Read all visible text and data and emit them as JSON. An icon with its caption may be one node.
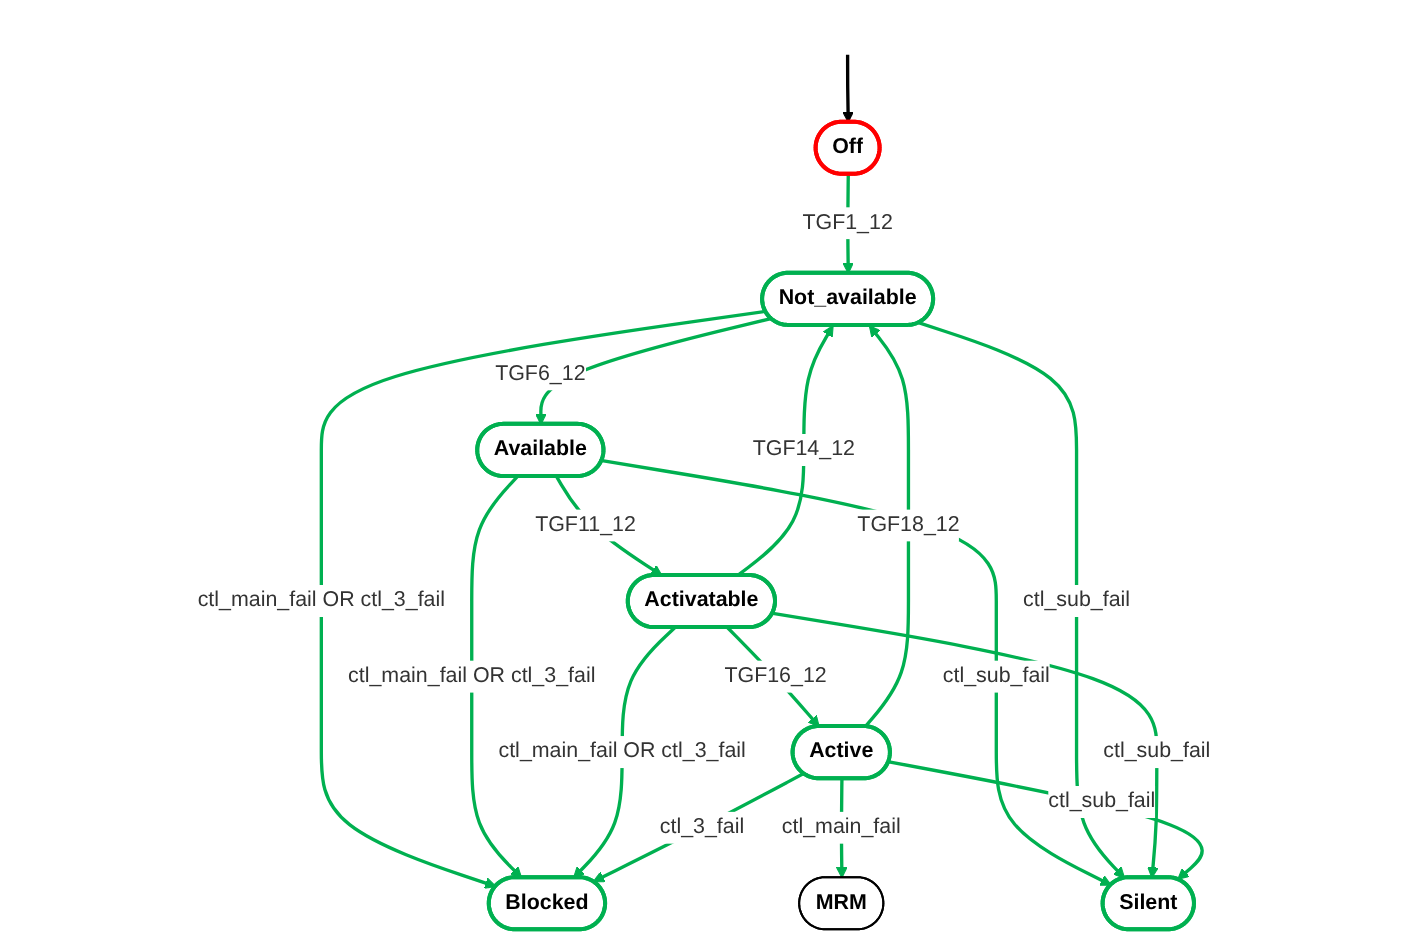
{
  "diagram": {
    "nodes": [
      {
        "text": [
          "Off"
        ]
      },
      {
        "text": [
          "Not_available"
        ]
      },
      {
        "text": [
          "Available"
        ]
      },
      {
        "text": [
          "Blocked"
        ]
      },
      {
        "text": [
          "Activatable"
        ]
      },
      {
        "text": [
          "Active"
        ]
      },
      {
        "text": [
          "MRM"
        ]
      },
      {
        "text": [
          "Silent"
        ]
      }
    ],
    "edges": [
      {
        "from": null,
        "to": 0,
        "arrow": "to",
        "color": "#000000"
      },
      {
        "from": 0,
        "to": 1,
        "arrow": "to",
        "label": "TGF1_12"
      },
      {
        "from": 1,
        "to": 2,
        "arrow": "to",
        "label": "TGF6_12"
      },
      {
        "from": 1,
        "to": 3,
        "arrow": "to",
        "label": "ctl_main_fail OR ctl_3_fail"
      },
      {
        "from": 2,
        "to": 3,
        "arrow": "to",
        "label": "ctl_main_fail OR ctl_3_fail"
      },
      {
        "from": 2,
        "to": 4,
        "arrow": "to",
        "label": "TGF11_12"
      },
      {
        "from": 2,
        "to": 7,
        "arrow": "to",
        "label": "ctl_sub_fail"
      },
      {
        "from": 4,
        "to": 1,
        "arrow": "to",
        "label": "TGF14_12"
      },
      {
        "from": 4,
        "to": 3,
        "arrow": "to",
        "label": "ctl_main_fail OR ctl_3_fail"
      },
      {
        "from": 4,
        "to": 5,
        "arrow": "to",
        "label": "TGF16_12"
      },
      {
        "from": 1,
        "to": 7,
        "arrow": "to",
        "label": "ctl_sub_fail"
      },
      {
        "from": 4,
        "to": 7,
        "arrow": "to",
        "label": "ctl_sub_fail"
      },
      {
        "from": 5,
        "to": 1,
        "arrow": "to",
        "label": "TGF18_12"
      },
      {
        "from": 5,
        "to": 3,
        "arrow": "to",
        "label": "ctl_3_fail"
      },
      {
        "from": 5,
        "to": 6,
        "arrow": "to",
        "label": "ctl_main_fail"
      },
      {
        "from": 5,
        "to": 7,
        "arrow": "to",
        "label": "ctl_sub_fail"
      }
    ]
  }
}
